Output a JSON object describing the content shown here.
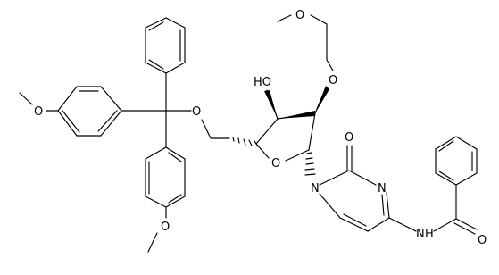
{
  "structure": {
    "atoms": {
      "ome_top": "O",
      "o_2prime": "O",
      "oh_3prime": "HO",
      "o_5prime": "O",
      "o_ring": "O",
      "o_carbonyl": "O",
      "n3": "N",
      "n1": "N",
      "nh": "N",
      "h_nh": "H",
      "o_benzoyl": "O",
      "o_meo_left": "O",
      "o_meo_bottom": "O"
    }
  }
}
